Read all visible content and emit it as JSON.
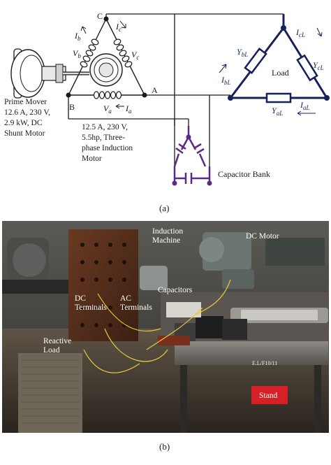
{
  "colors": {
    "background": "#ffffff",
    "black_wiring": "#1a1a1a",
    "load_blue": "#16215b",
    "capacitor_purple": "#5a2a86",
    "photo_label_text": "#ffffff",
    "stand_red": "#d71f26"
  },
  "panel_a": {
    "caption": "(a)",
    "prime_mover": {
      "lines": [
        "Prime Mover",
        "12.6 A, 230 V,",
        "2.9 kW, DC",
        "Shunt Motor"
      ]
    },
    "induction_motor": {
      "lines": [
        "12.5 A, 230 V,",
        "5.5hp, Three-",
        "phase Induction",
        "Motor"
      ]
    },
    "nodes": {
      "a": "A",
      "b": "B",
      "c": "C"
    },
    "motor_currents": {
      "ia": {
        "main": "I",
        "sub": "a"
      },
      "ib": {
        "main": "I",
        "sub": "b"
      },
      "ic": {
        "main": "I",
        "sub": "c"
      }
    },
    "motor_voltages": {
      "va": {
        "main": "V",
        "sub": "a"
      },
      "vb": {
        "main": "V",
        "sub": "b"
      },
      "vc": {
        "main": "V",
        "sub": "c"
      }
    },
    "load": {
      "label": "Load",
      "admittances": {
        "ybl": {
          "main": "Y",
          "sub": "bL"
        },
        "ycl": {
          "main": "Y",
          "sub": "cL"
        },
        "yal": {
          "main": "Y",
          "sub": "aL"
        }
      },
      "currents": {
        "ibl": {
          "main": "I",
          "sub": "bL"
        },
        "icl": {
          "main": "I",
          "sub": "cL"
        },
        "ial": {
          "main": "I",
          "sub": "aL"
        }
      }
    },
    "capacitor_bank": {
      "label": "Capacitor Bank"
    }
  },
  "panel_b": {
    "caption": "(b)",
    "photo_labels": {
      "induction_machine": [
        "Induction",
        "Machine"
      ],
      "dc_motor": "DC Motor",
      "capacitors": "Capacitors",
      "dc_terminals": [
        "DC",
        "Terminals"
      ],
      "ac_terminals": [
        "AC",
        "Terminals"
      ],
      "reactive_load": [
        "Reactive",
        "Load"
      ],
      "stand": "Stand",
      "bench_tag": "E.L/F10/11"
    }
  }
}
